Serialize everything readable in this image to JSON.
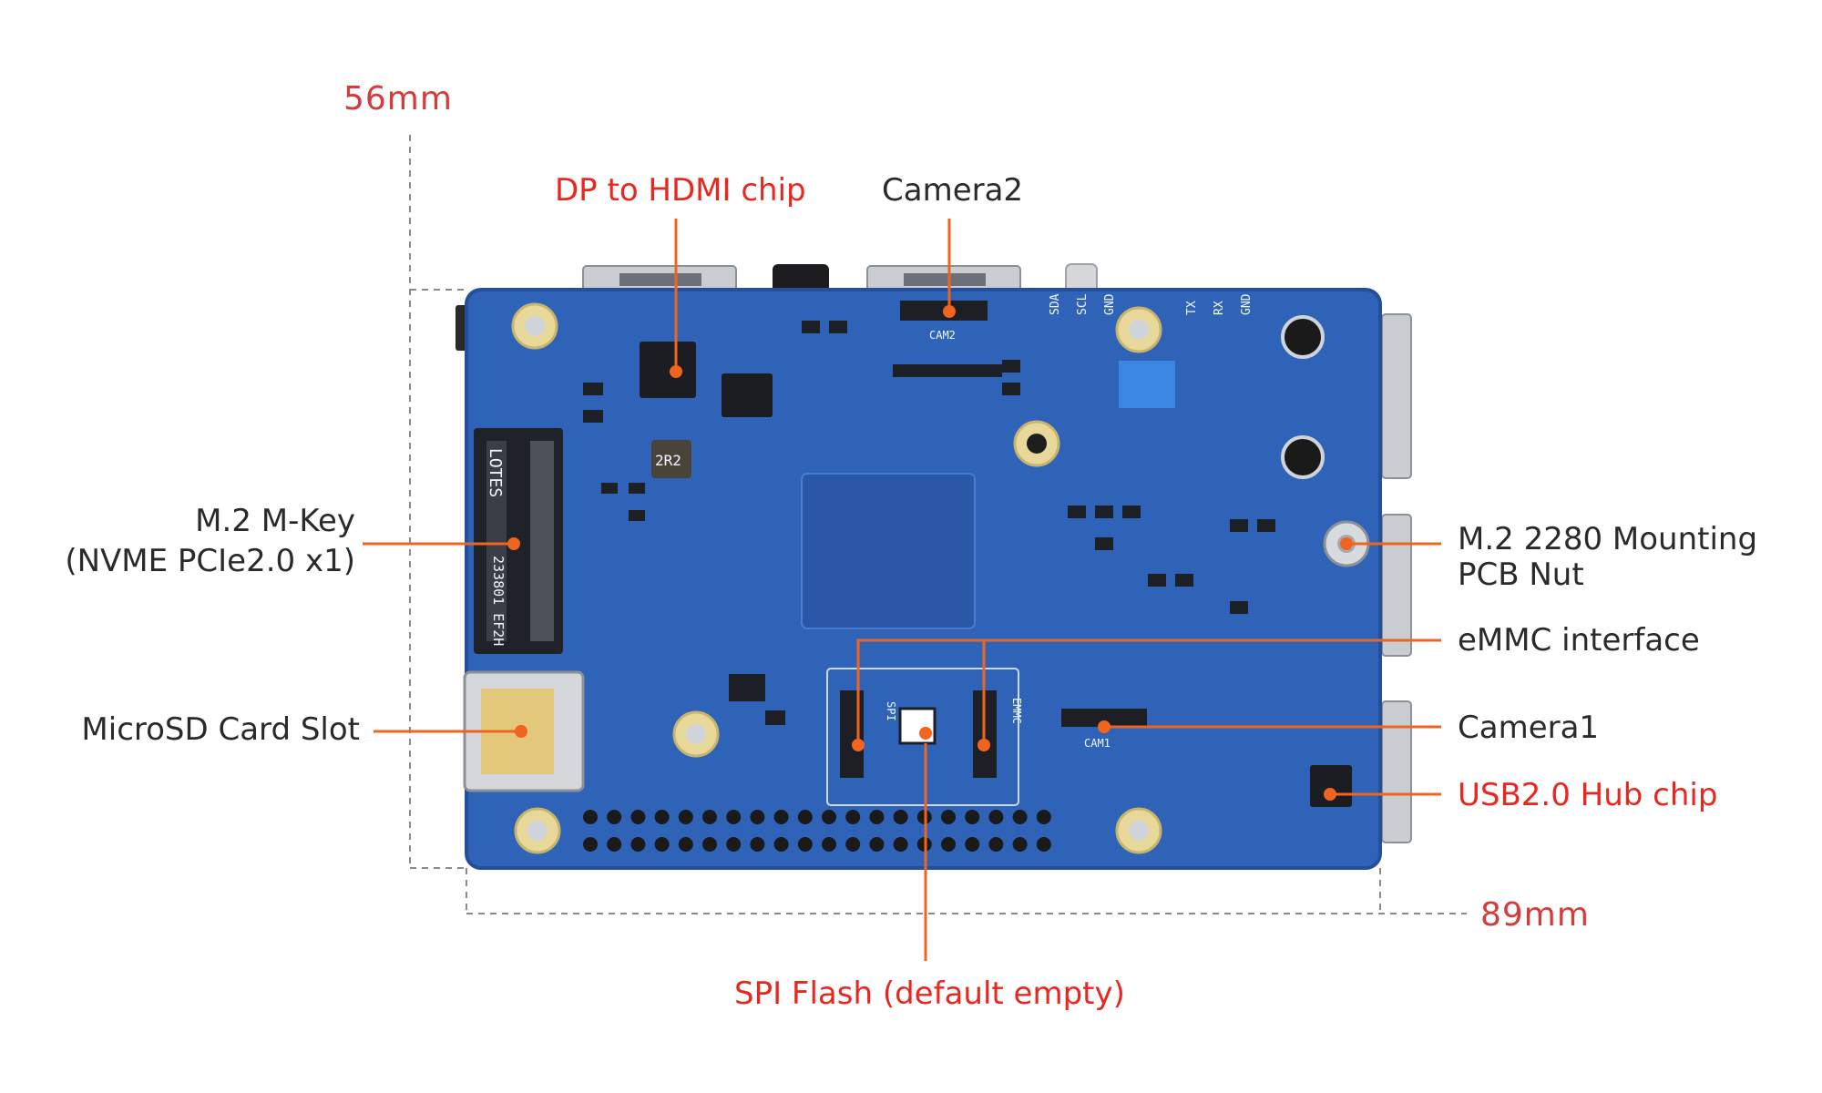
{
  "colors": {
    "callout_orange": "#f0641e",
    "label_red": "#e8281e",
    "label_dark": "#2a2a2a",
    "dimension_red": "#d63a3a",
    "pcb_blue": "#2f63b8",
    "pcb_edge": "#244f99",
    "dash_gray": "#8a8a8a"
  },
  "dimensions": {
    "height": "56mm",
    "width": "89mm"
  },
  "labels": {
    "dp_hdmi": "DP to HDMI chip",
    "camera2": "Camera2",
    "m2_line1": "M.2 M-Key",
    "m2_line2": "(NVME PCIe2.0 x1)",
    "microsd": "MicroSD Card Slot",
    "nut_line1": "M.2 2280 Mounting",
    "nut_line2": "PCB Nut",
    "emmc": "eMMC interface",
    "camera1": "Camera1",
    "usb_hub": "USB2.0 Hub chip",
    "spi": "SPI Flash (default empty)"
  },
  "silkscreen": {
    "cam2": "CAM2",
    "cam1": "CAM1",
    "spi": "SPI",
    "emmc": "EMMC",
    "lotes": "LOTES",
    "r2r2": "2R2",
    "sda": "SDA",
    "scl": "SCL",
    "gnd": "GND",
    "tx": "TX",
    "rx": "RX",
    "gnd2": "GND",
    "m2code": "233801 EF2H"
  }
}
